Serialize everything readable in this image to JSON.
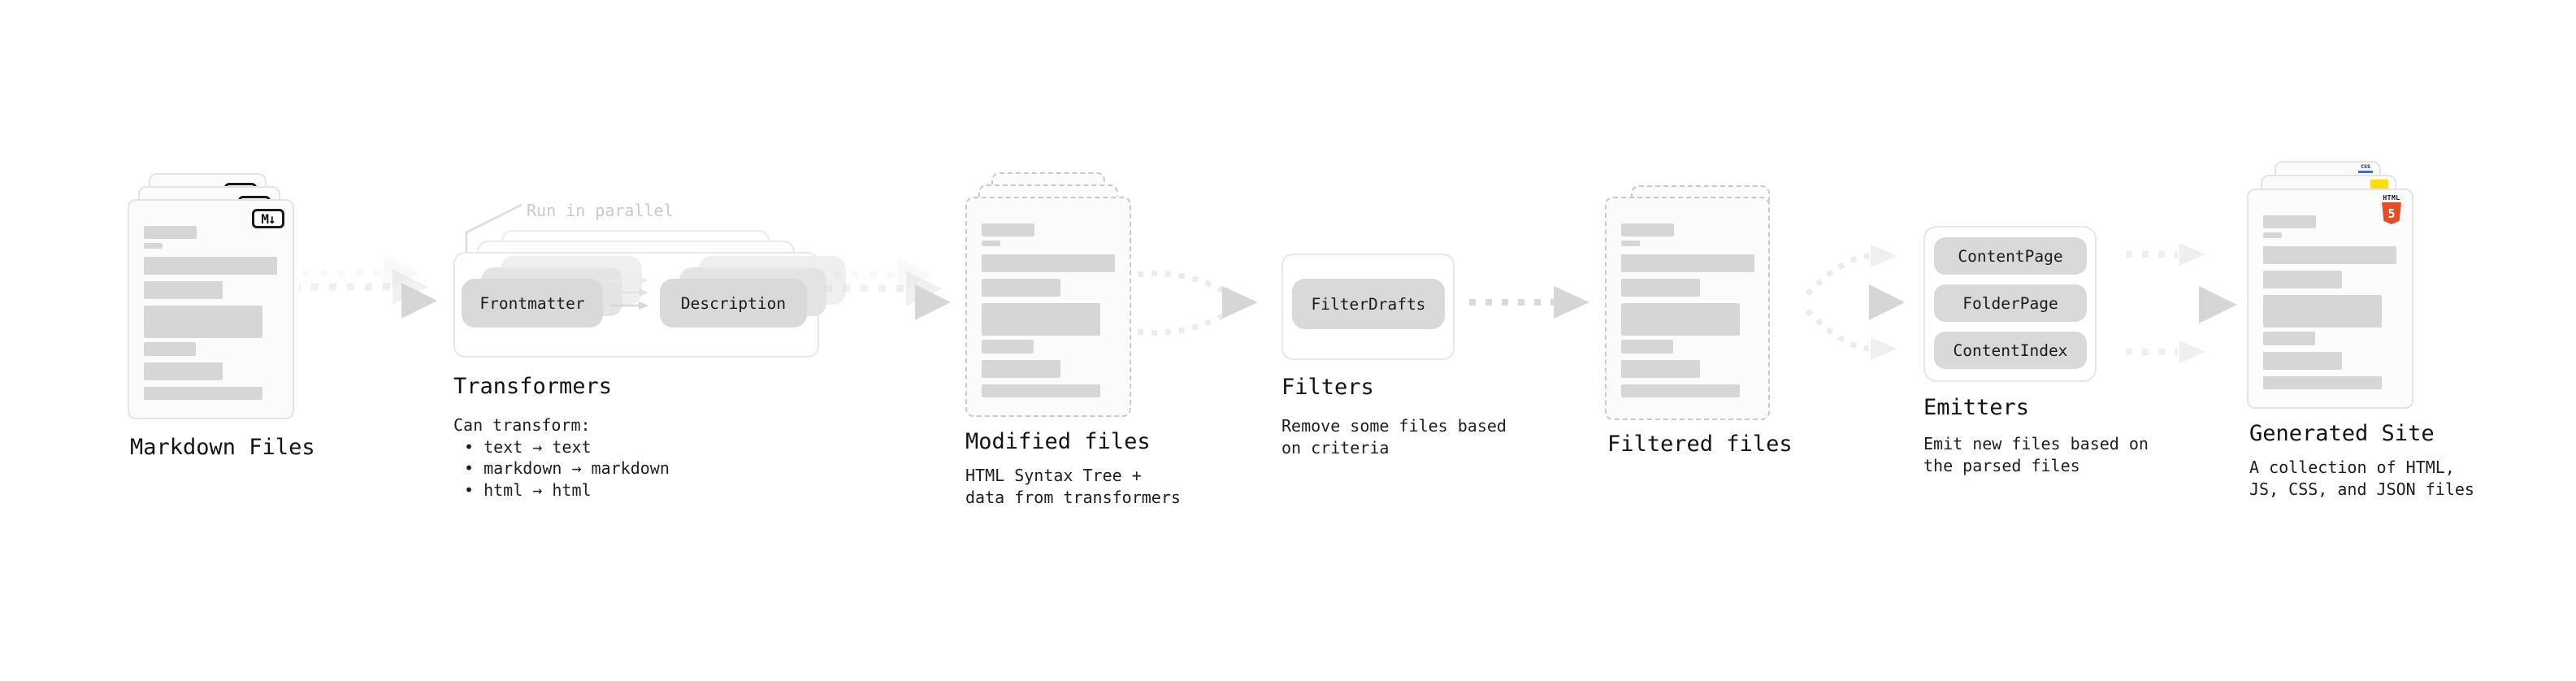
{
  "stages": {
    "markdown_files": {
      "title": "Markdown Files",
      "icon_text": "M↓"
    },
    "transformers": {
      "title": "Transformers",
      "annotation": "Run in parallel",
      "pill_frontmatter": "Frontmatter",
      "pill_description": "Description",
      "desc_heading": "Can transform:",
      "bullet_1": "• text → text",
      "bullet_2": "• markdown → markdown",
      "bullet_3": "• html → html"
    },
    "modified_files": {
      "title": "Modified files",
      "desc_line_1": "HTML Syntax Tree +",
      "desc_line_2": "data from transformers"
    },
    "filters": {
      "title": "Filters",
      "pill_filterdrafts": "FilterDrafts",
      "desc_line_1": "Remove some files based",
      "desc_line_2": "on criteria"
    },
    "filtered_files": {
      "title": "Filtered files"
    },
    "emitters": {
      "title": "Emitters",
      "pill_contentpage": "ContentPage",
      "pill_folderpage": "FolderPage",
      "pill_contentindex": "ContentIndex",
      "desc_line_1": "Emit new files based on",
      "desc_line_2": "the parsed files"
    },
    "generated_site": {
      "title": "Generated Site",
      "desc_line_1": "A collection of HTML,",
      "desc_line_2": "JS, CSS, and JSON files",
      "css_icon_text": "CSS",
      "html5_icon_text": "HTML",
      "html5_icon_number": "5"
    }
  },
  "colors": {
    "pill_fill": "#d9d9d9",
    "skeleton_bar": "#d6d6d6",
    "arrow_main": "#d9d9d9",
    "arrow_faint": "#ededed",
    "annotation_gray": "#c9c9c9",
    "html5_orange": "#e44d26",
    "js_yellow": "#ffdf00",
    "css_blue": "#2f6bf2"
  }
}
